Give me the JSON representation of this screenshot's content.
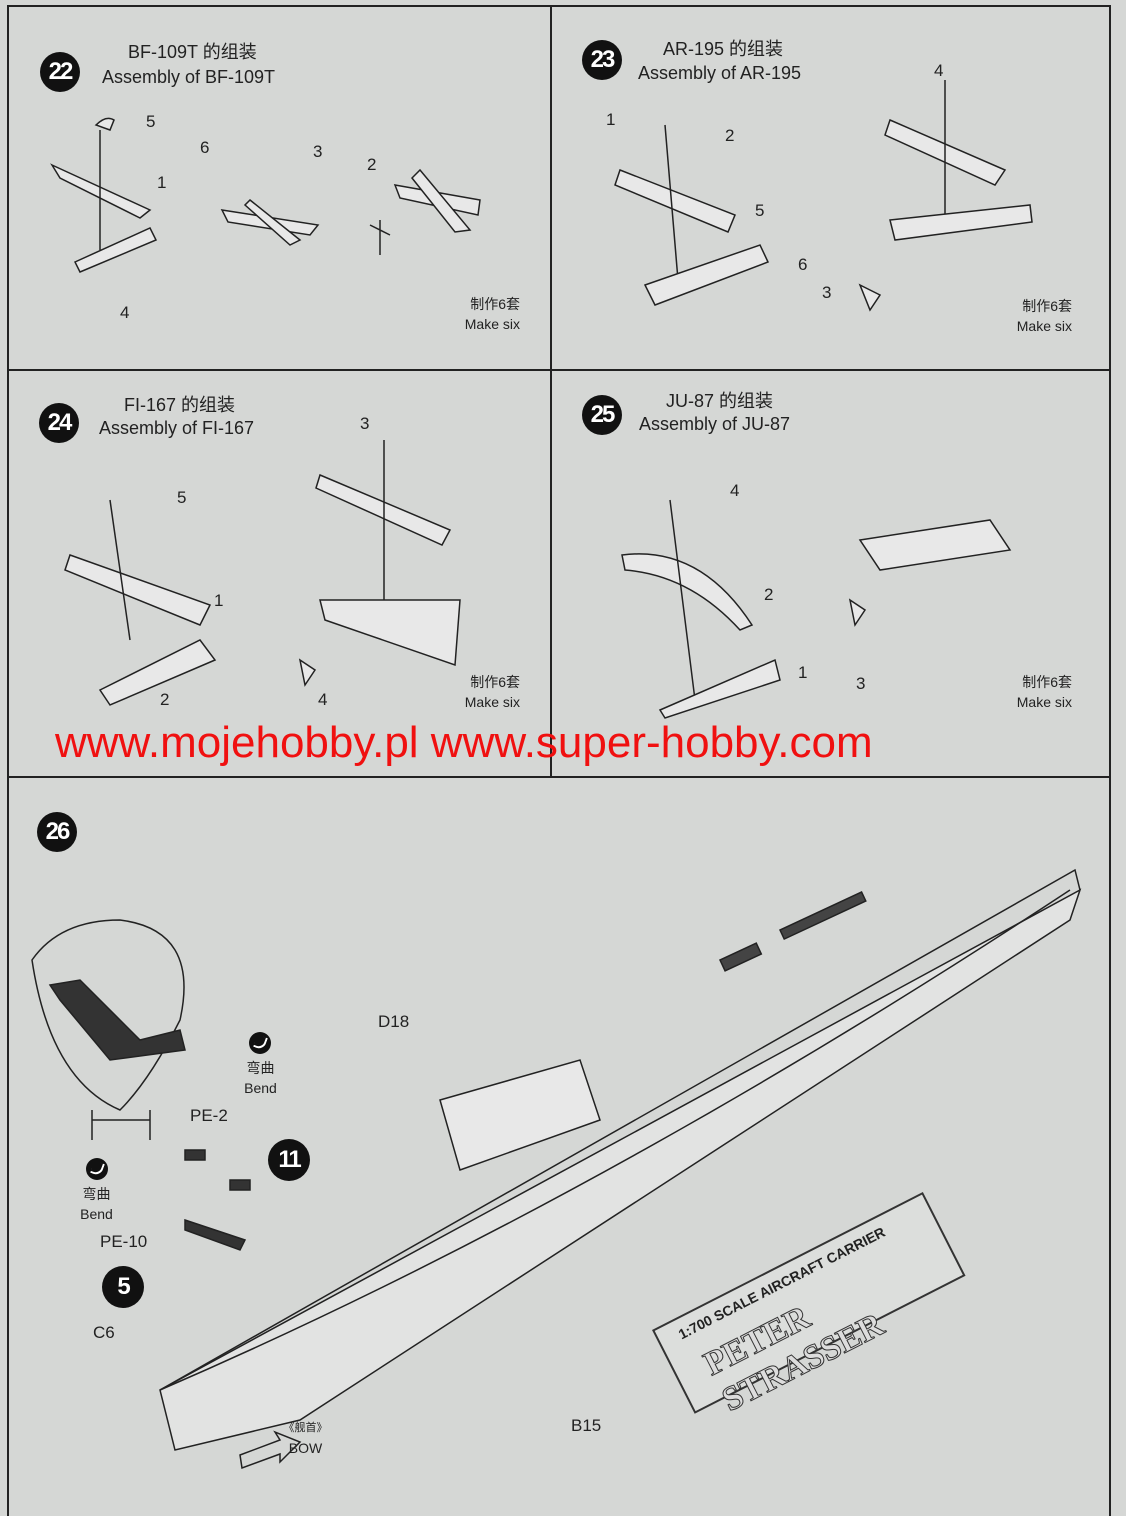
{
  "steps": [
    {
      "number": "22",
      "title_cn": "BF-109T 的组装",
      "title_en": "Assembly of BF-109T",
      "parts": [
        "5",
        "1",
        "4",
        "6",
        "3",
        "2"
      ],
      "note_cn": "制作6套",
      "note_en": "Make six"
    },
    {
      "number": "23",
      "title_cn": "AR-195 的组装",
      "title_en": "Assembly of AR-195",
      "parts": [
        "1",
        "2",
        "5",
        "6",
        "4",
        "3"
      ],
      "note_cn": "制作6套",
      "note_en": "Make six"
    },
    {
      "number": "24",
      "title_cn": "FI-167 的组装",
      "title_en": "Assembly of FI-167",
      "parts": [
        "5",
        "1",
        "2",
        "3",
        "4"
      ],
      "note_cn": "制作6套",
      "note_en": "Make six"
    },
    {
      "number": "25",
      "title_cn": "JU-87 的组装",
      "title_en": "Assembly of JU-87",
      "parts": [
        "4",
        "2",
        "1",
        "3"
      ],
      "note_cn": "制作6套",
      "note_en": "Make six"
    },
    {
      "number": "26",
      "parts": [
        "D18",
        "PE-2",
        "PE-10",
        "C6",
        "B15"
      ],
      "callouts": [
        "11",
        "5"
      ],
      "bend_cn": "弯曲",
      "bend_en": "Bend",
      "bow_cn": "《舰首》",
      "bow_en": "BOW",
      "nameplate": {
        "scale": "1:700 SCALE AIRCRAFT CARRIER",
        "name": "PETER STRASSER"
      }
    }
  ],
  "watermark": "www.mojehobby.pl www.super-hobby.com"
}
